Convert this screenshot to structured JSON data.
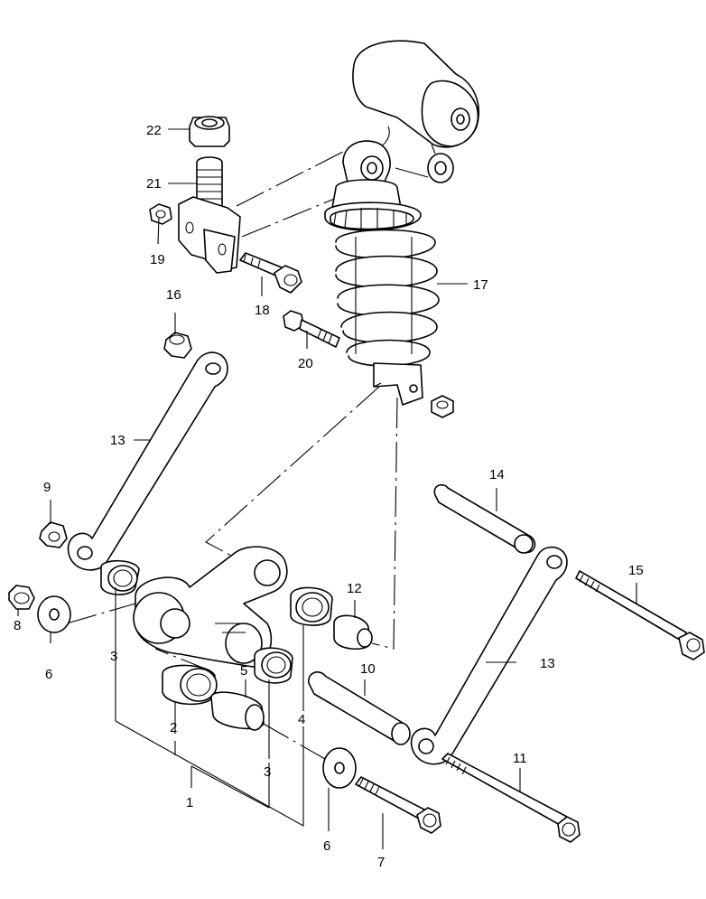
{
  "diagram": {
    "callouts": [
      {
        "id": "c1",
        "label": "1"
      },
      {
        "id": "c2",
        "label": "2"
      },
      {
        "id": "c3a",
        "label": "3"
      },
      {
        "id": "c3b",
        "label": "3"
      },
      {
        "id": "c4",
        "label": "4"
      },
      {
        "id": "c5",
        "label": "5"
      },
      {
        "id": "c6a",
        "label": "6"
      },
      {
        "id": "c6b",
        "label": "6"
      },
      {
        "id": "c7",
        "label": "7"
      },
      {
        "id": "c8",
        "label": "8"
      },
      {
        "id": "c9",
        "label": "9"
      },
      {
        "id": "c10",
        "label": "10"
      },
      {
        "id": "c11",
        "label": "11"
      },
      {
        "id": "c12",
        "label": "12"
      },
      {
        "id": "c13a",
        "label": "13"
      },
      {
        "id": "c13b",
        "label": "13"
      },
      {
        "id": "c14",
        "label": "14"
      },
      {
        "id": "c15",
        "label": "15"
      },
      {
        "id": "c16",
        "label": "16"
      },
      {
        "id": "c17",
        "label": "17"
      },
      {
        "id": "c18",
        "label": "18"
      },
      {
        "id": "c19",
        "label": "19"
      },
      {
        "id": "c20",
        "label": "20"
      },
      {
        "id": "c21",
        "label": "21"
      },
      {
        "id": "c22",
        "label": "22"
      }
    ]
  }
}
